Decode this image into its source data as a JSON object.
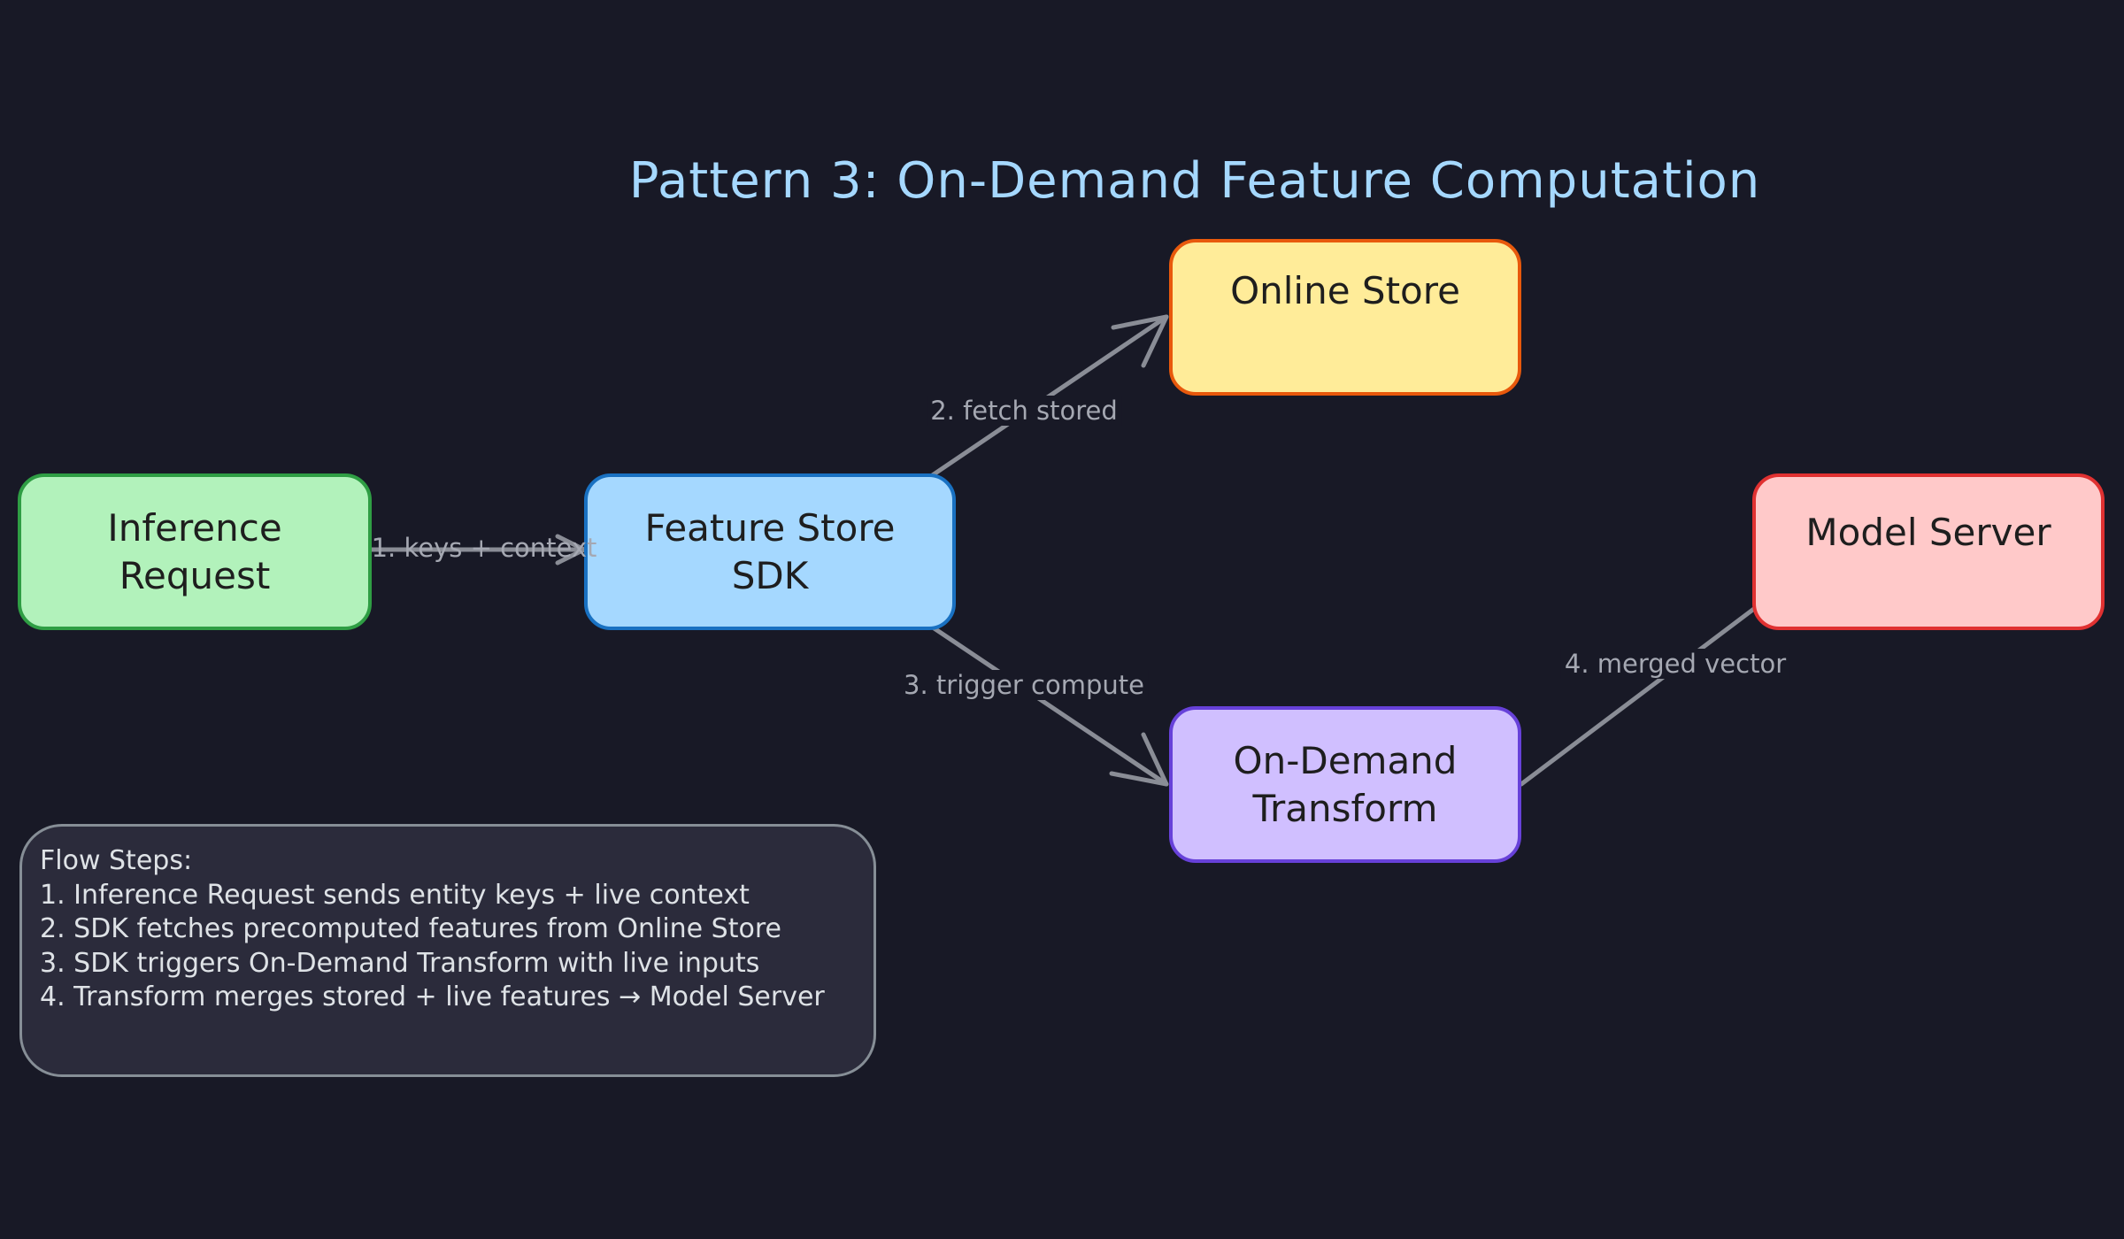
{
  "diagram": {
    "title": "Pattern 3: On-Demand Feature Computation",
    "nodes": {
      "inference_request": {
        "lines": [
          "Inference",
          "Request"
        ]
      },
      "feature_store_sdk": {
        "lines": [
          "Feature Store",
          "SDK"
        ]
      },
      "online_store": {
        "lines": [
          "Online Store"
        ]
      },
      "on_demand_transform": {
        "lines": [
          "On-Demand",
          "Transform"
        ]
      },
      "model_server": {
        "lines": [
          "Model Server"
        ]
      }
    },
    "edges": {
      "e1": {
        "from": "inference_request",
        "to": "feature_store_sdk",
        "label": "1. keys + context"
      },
      "e2": {
        "from": "feature_store_sdk",
        "to": "online_store",
        "label": "2. fetch stored"
      },
      "e3": {
        "from": "feature_store_sdk",
        "to": "on_demand_transform",
        "label": "3. trigger compute"
      },
      "e4": {
        "from": "on_demand_transform",
        "to": "model_server",
        "label": "4. merged vector"
      }
    },
    "notes": {
      "heading": "Flow Steps:",
      "steps": [
        "1. Inference Request sends entity keys + live context",
        "2. SDK fetches precomputed features from Online Store",
        "3. SDK triggers On-Demand Transform with live inputs",
        "4. Transform merges stored + live features → Model Server"
      ]
    },
    "colors": {
      "background": "#181926",
      "title": "#a5d8ff",
      "edge": "#8a8d96",
      "edge_label": "#a5a8b2",
      "inference_fill": "#b2f2bb",
      "inference_stroke": "#2f9e44",
      "sdk_fill": "#a5d8ff",
      "sdk_stroke": "#1971c2",
      "online_fill": "#ffec99",
      "online_stroke": "#e8590c",
      "ondemand_fill": "#d0bfff",
      "ondemand_stroke": "#6741d9",
      "model_fill": "#ffc9c9",
      "model_stroke": "#e03131",
      "notes_fill": "#2b2b3b",
      "notes_stroke": "#868e96"
    }
  }
}
